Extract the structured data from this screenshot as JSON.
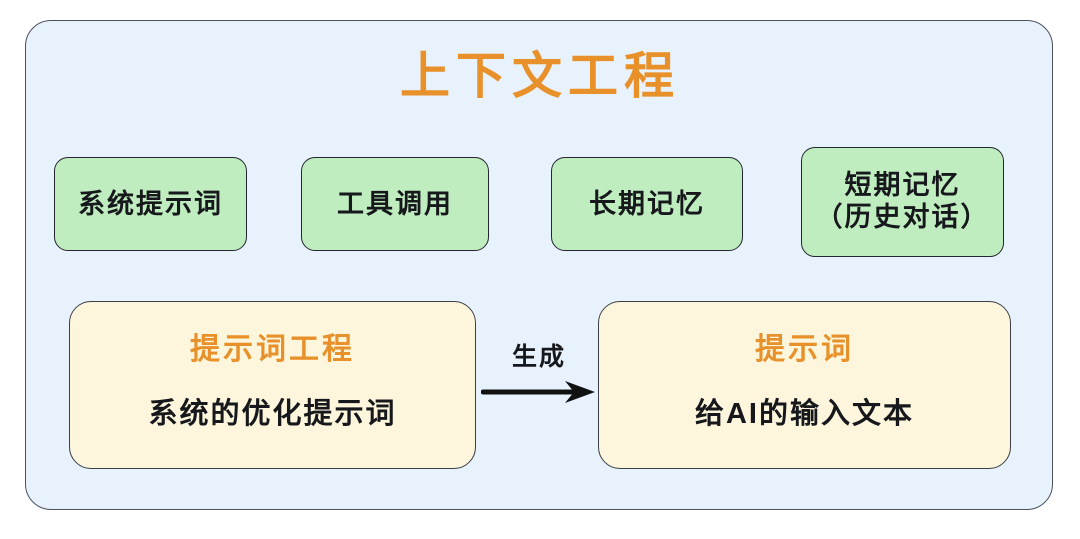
{
  "diagram": {
    "title": "上下文工程",
    "colors": {
      "panel_bg": "#E8F2FD",
      "panel_border": "#4A5260",
      "title_orange": "#E8912A",
      "green_fill": "#BFEDBF",
      "green_border": "#23272E",
      "yellow_fill": "#FDF6DC",
      "yellow_border": "#3A3F46",
      "text_dark": "#16181C",
      "arrow": "#111111"
    },
    "components": [
      {
        "label": "系统提示词"
      },
      {
        "label": "工具调用"
      },
      {
        "label": "长期记忆"
      },
      {
        "label": "短期记忆\n（历史对话）"
      }
    ],
    "flow": {
      "source": {
        "title": "提示词工程",
        "body": "系统的优化提示词"
      },
      "arrow_label": "生成",
      "target": {
        "title": "提示词",
        "body": "给AI的输入文本"
      }
    }
  }
}
